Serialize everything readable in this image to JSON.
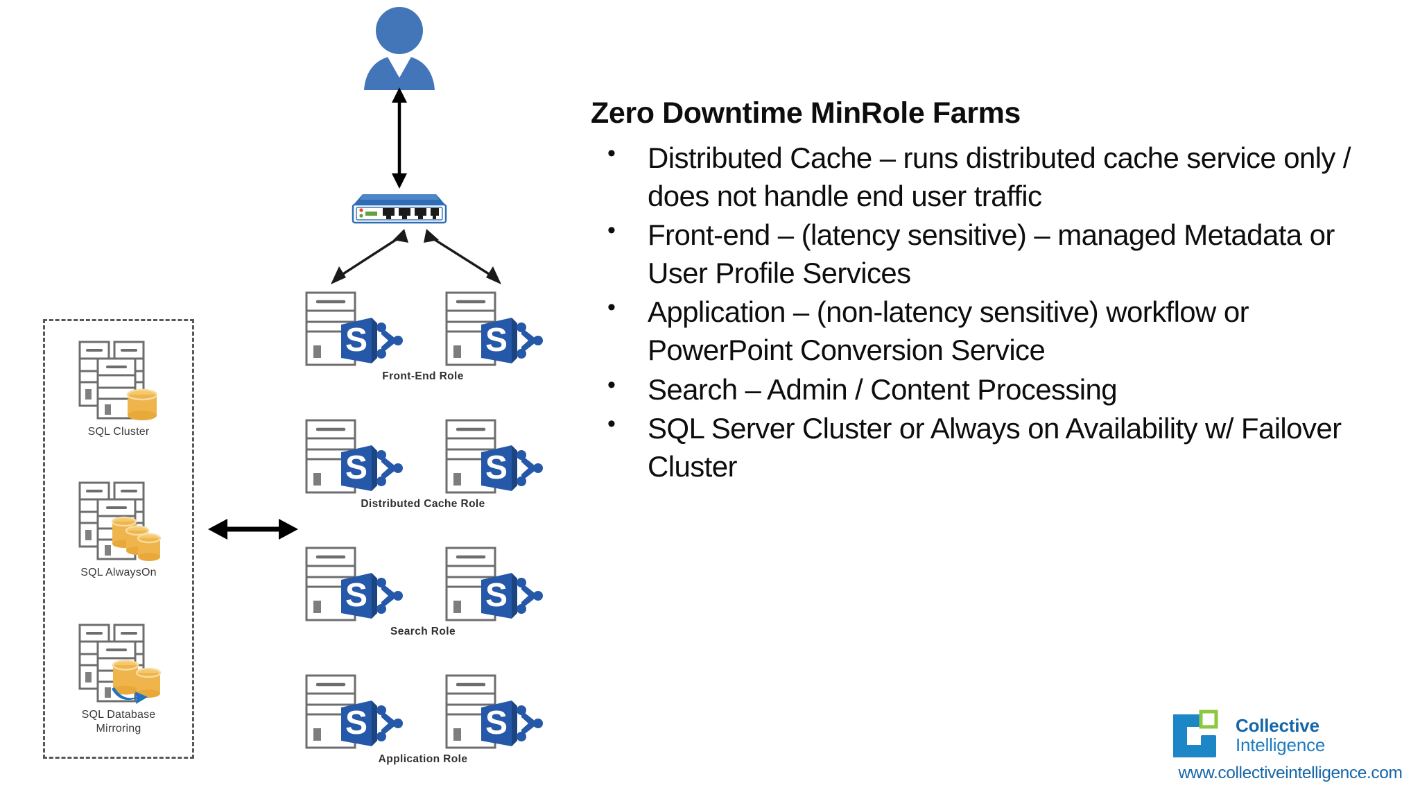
{
  "slide": {
    "background_color": "#ffffff"
  },
  "panel": {
    "title": "Zero Downtime MinRole Farms",
    "bullets": [
      "Distributed Cache – runs distributed cache service only / does not handle end user traffic",
      "Front-end – (latency sensitive) – managed Metadata or User Profile Services",
      "Application – (non-latency sensitive) workflow or PowerPoint Conversion Service",
      "Search – Admin / Content Processing",
      "SQL Server Cluster  or Always on Availability w/ Failover Cluster"
    ]
  },
  "diagram": {
    "user_icon": "user-person-icon",
    "network_icon": "network-switch-icon",
    "arrows": {
      "user_to_switch": "double-headed-vertical-arrow",
      "switch_to_servers": "double-headed-diagonal-arrow",
      "sql_to_farm": "double-headed-horizontal-arrow"
    },
    "roles": [
      {
        "label": "Front-End Role",
        "server_count": 2,
        "icon": "sharepoint-server-icon"
      },
      {
        "label": "Distributed Cache Role",
        "server_count": 2,
        "icon": "sharepoint-server-icon"
      },
      {
        "label": "Search Role",
        "server_count": 2,
        "icon": "sharepoint-server-icon"
      },
      {
        "label": "Application Role",
        "server_count": 2,
        "icon": "sharepoint-server-icon"
      }
    ],
    "sql_group": [
      {
        "label": "SQL Cluster",
        "icon": "sql-cluster-icon",
        "db_count": 1
      },
      {
        "label": "SQL AlwaysOn",
        "icon": "sql-alwayson-icon",
        "db_count": 3
      },
      {
        "label": "SQL Database Mirroring",
        "label_line1": "SQL Database",
        "label_line2": "Mirroring",
        "icon": "sql-mirroring-icon",
        "db_count": 2
      }
    ]
  },
  "logo": {
    "mark": "collective-intelligence-logo-mark",
    "line1": "Collective",
    "line2": "Intelligence",
    "url": "www.collectiveintelligence.com"
  },
  "colors": {
    "sharepoint_blue": "#1f5FAE",
    "sharepoint_blue_dark": "#2b5797",
    "user_blue": "#4376B8",
    "switch_blue": "#2E6DB4",
    "db_yellow": "#EFB54C",
    "server_gray": "#6d6d6d",
    "dashed_gray": "#575757",
    "logo_blue": "#1566a8",
    "logo_green": "#8DC63F",
    "text_black": "#0d0d0d"
  }
}
